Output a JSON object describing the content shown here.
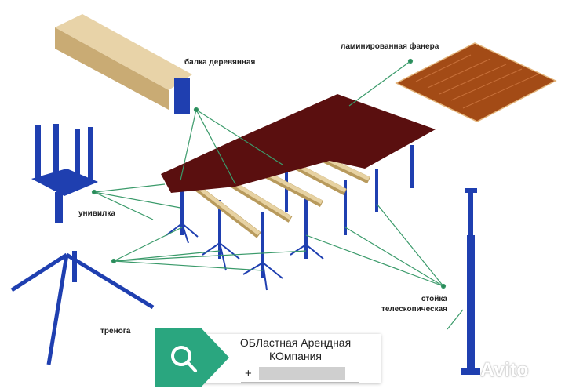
{
  "labels": {
    "beam": "балка деревянная",
    "plywood": "ламинированная фанера",
    "fork_head": "унивилка",
    "tripod": "тренога",
    "prop_line1": "стойка",
    "prop_line2": "телескопическая"
  },
  "card": {
    "icon": "search-icon",
    "company_line1": "ОБЛастная Арендная",
    "company_line2": "КОмпания",
    "phone_prefix": "+"
  },
  "watermark": "Avito",
  "colors": {
    "accent_green": "#2aa67f",
    "steel_blue": "#1f3fb0",
    "deck": "#5a0f0f",
    "plywood": "#a34b16",
    "leader_line": "#3a9a6a"
  }
}
